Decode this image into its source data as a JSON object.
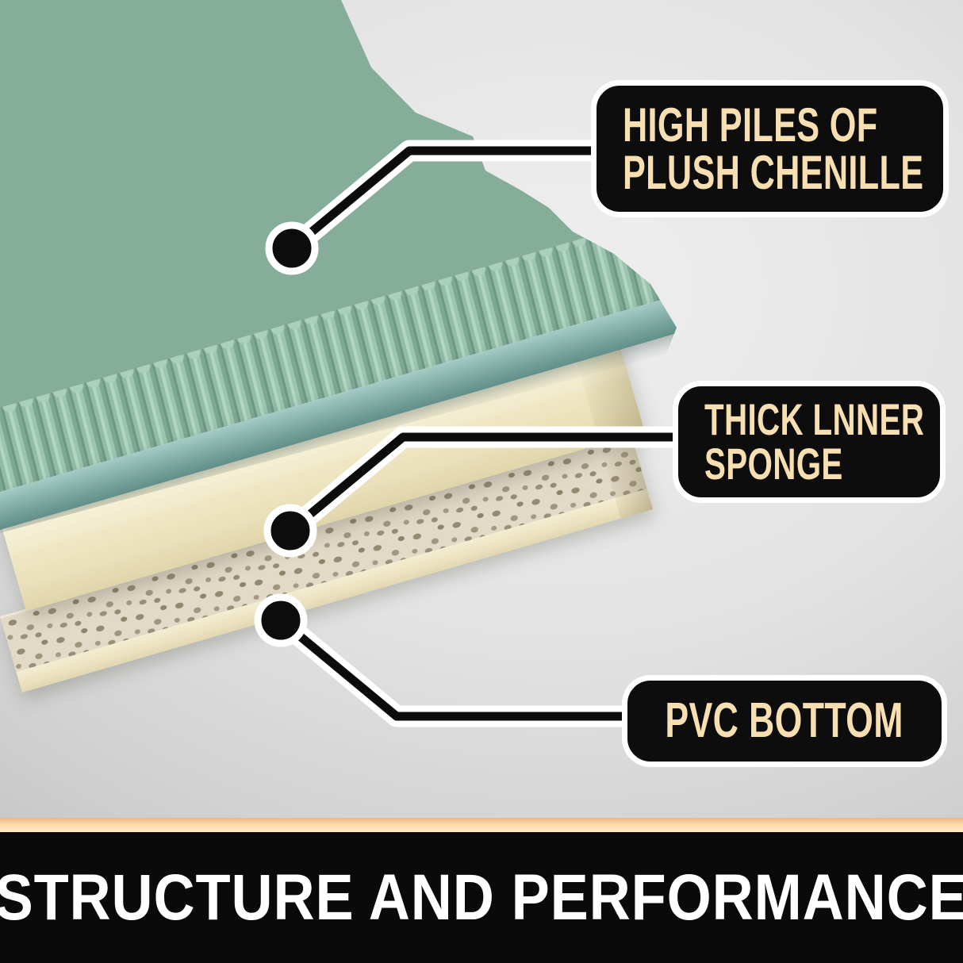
{
  "labels": {
    "chenille": {
      "line1": "HIGH PILES OF",
      "line2": "PLUSH CHENILLE"
    },
    "sponge": {
      "line1": "THICK LNNER",
      "line2": "SPONGE"
    },
    "pvc": {
      "line1": "PVC BOTTOM"
    }
  },
  "footer": {
    "title": "STRUCTURE AND PERFORMANCE"
  },
  "colors": {
    "label_background": "#0D0D0D",
    "label_text_cream": "#F7DFB2",
    "label_border": "#FFFFFF",
    "connector_black": "#0C0C0C",
    "connector_casing": "#FFFFFF",
    "rug_chenille_green": "#9CC5B1",
    "rug_binding_teal": "#7FA9A3",
    "sponge_cream": "#F0E9CA",
    "pvc_mesh_taupe": "#9A9078",
    "pvc_base_cream": "#EFE8CB",
    "accent_stripe_orange": "#F9D9A9",
    "footer_bar_black": "#0A0A0A",
    "footer_text": "#FFFFFF",
    "background_gray": "#D9D9D9"
  }
}
